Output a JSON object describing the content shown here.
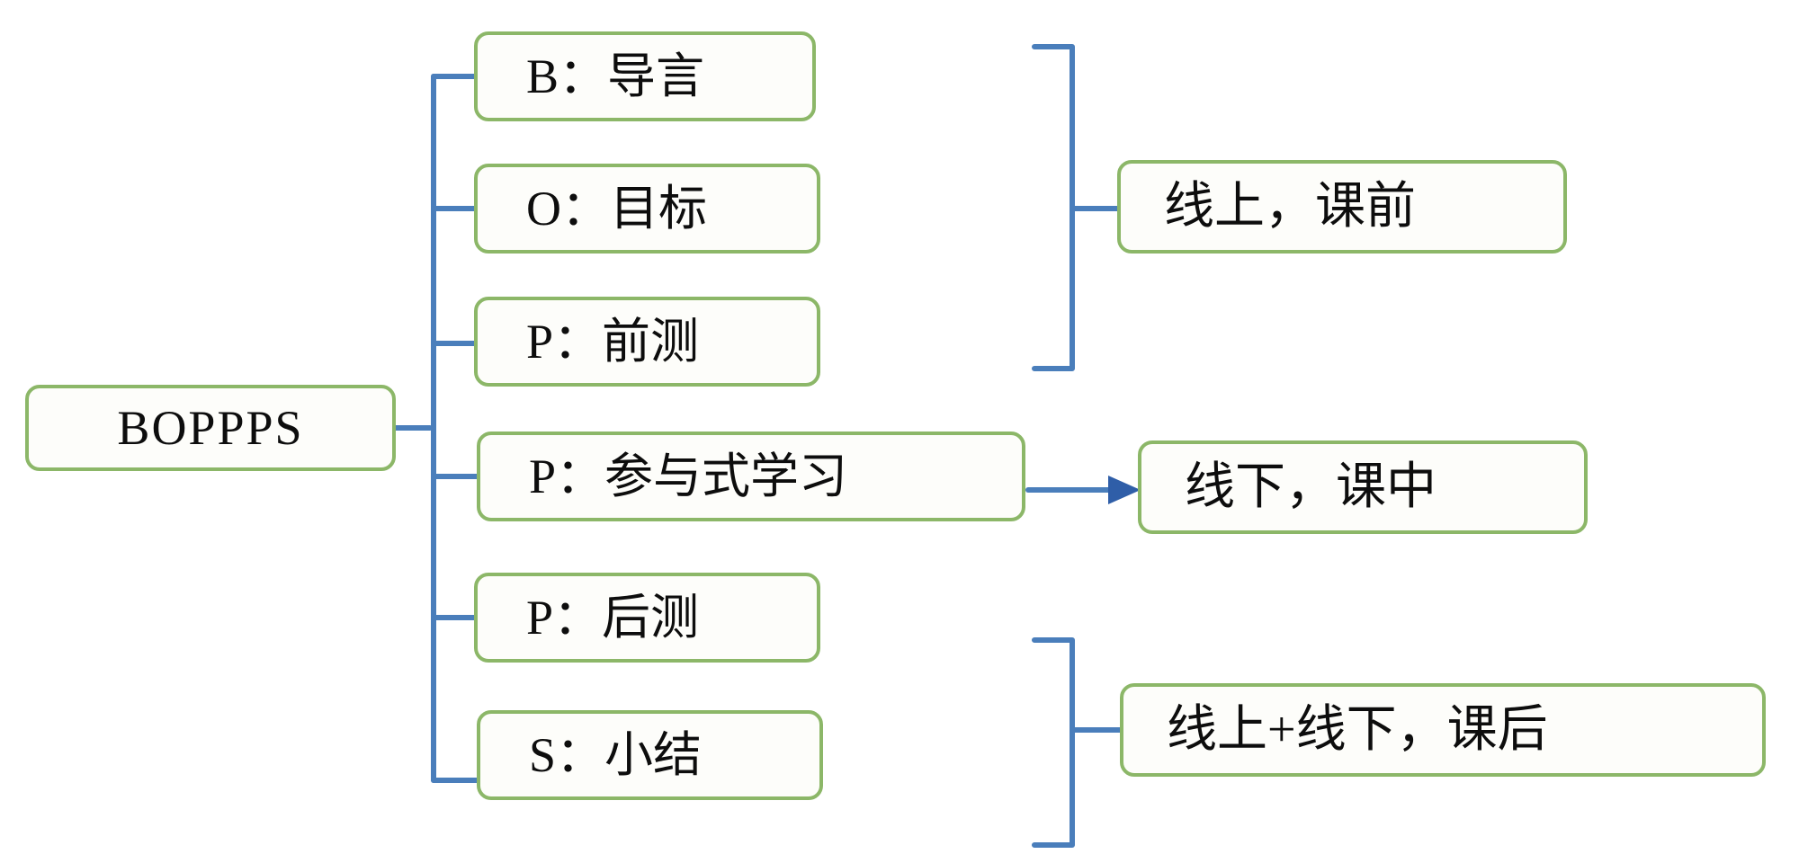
{
  "diagram": {
    "title": "BOPPPS",
    "root": {
      "label": "BOPPPS"
    },
    "steps": [
      {
        "id": "step-b",
        "label": "B：导言"
      },
      {
        "id": "step-o",
        "label": "O：目标"
      },
      {
        "id": "step-p1",
        "label": "P：前测"
      },
      {
        "id": "step-p2",
        "label": "P：参与式学习"
      },
      {
        "id": "step-p3",
        "label": "P：后测"
      },
      {
        "id": "step-s",
        "label": "S：小结"
      }
    ],
    "phases": [
      {
        "id": "phase-pre",
        "label": "线上，课前"
      },
      {
        "id": "phase-during",
        "label": "线下，课中"
      },
      {
        "id": "phase-post",
        "label": "线上+线下，课后"
      }
    ],
    "colors": {
      "node_border": "#8cb768",
      "node_fill": "#fdfdfa",
      "connector": "#4a7ebb",
      "text": "#0d0d0d",
      "background": "#ffffff"
    }
  }
}
